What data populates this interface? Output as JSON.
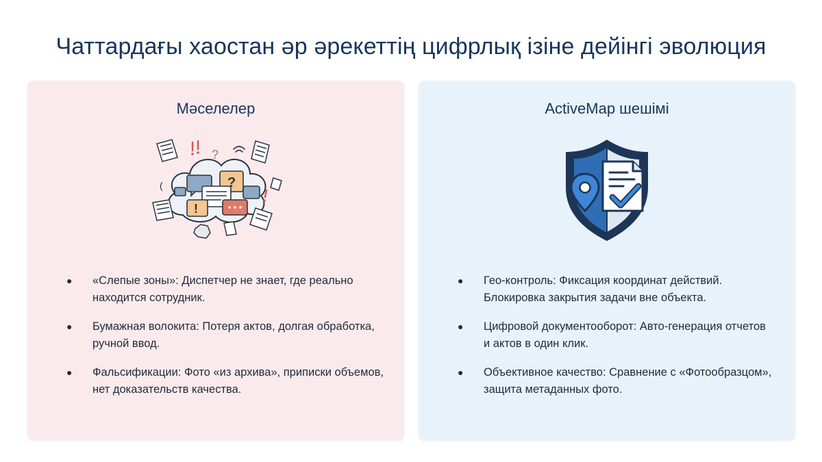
{
  "slide": {
    "title": "Чаттардағы хаостан әр әрекеттің цифрлық ізіне дейінгі эволюция"
  },
  "problems": {
    "title": "Мәселелер",
    "illustration_icon": "chaos-chat-cloud-icon",
    "items": [
      "«Слепые зоны»: Диспетчер не знает, где реально находится сотрудник.",
      "Бумажная волокита: Потеря актов, долгая обработка, ручной ввод.",
      "Фальсификации: Фото «из архива», приписки объемов, нет доказательств качества."
    ]
  },
  "solution": {
    "title": "ActiveMap шешімі",
    "illustration_icon": "shield-location-document-check-icon",
    "items": [
      "Гео-контроль: Фиксация координат действий. Блокировка закрытия задачи вне объекта.",
      "Цифровой документооборот: Авто-генерация отчетов и актов в один клик.",
      "Объективное качество: Сравнение с «Фотообразцом», защита метаданных фото."
    ]
  },
  "bullet_glyph": "●",
  "colors": {
    "title": "#17365d",
    "problems_bg": "#fbeaec",
    "solution_bg": "#e8f2fb",
    "shield_dark": "#1d3557",
    "shield_blue": "#2f6db5"
  }
}
